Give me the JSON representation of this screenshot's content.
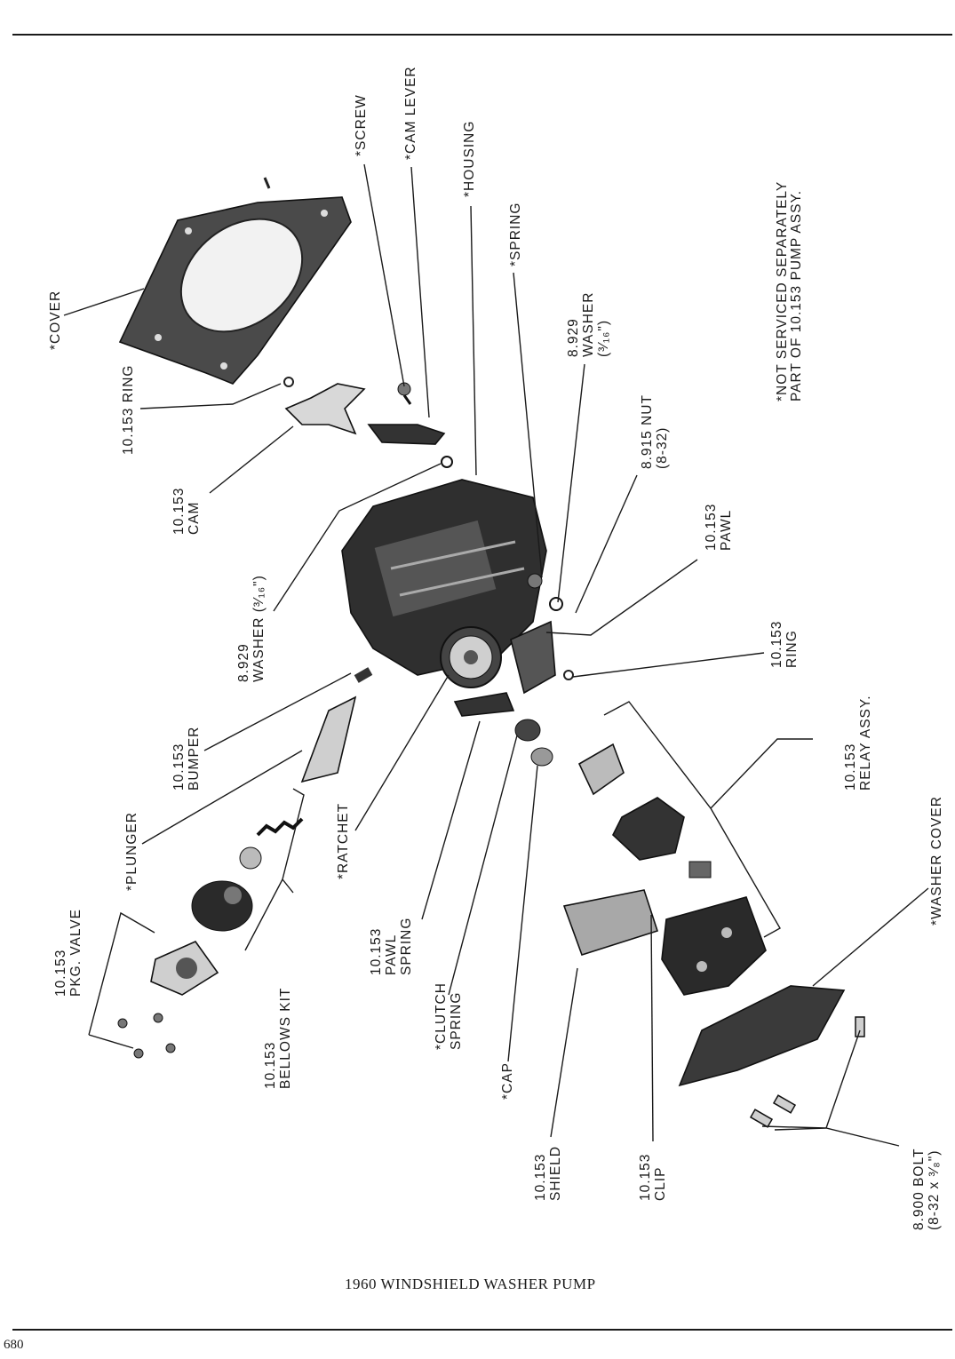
{
  "title": "1960 WINDSHIELD WASHER PUMP",
  "page_number": "680",
  "note": "*NOT SERVICED SEPARATELY\nPART OF 10.153 PUMP ASSY.",
  "labels": {
    "screw": "*SCREW",
    "cam_lever": "*CAM LEVER",
    "housing": "*HOUSING",
    "spring": "*SPRING",
    "washer_316": "8.929\nWASHER\n(³⁄₁₆\")",
    "nut": "8.915 NUT\n(8-32)",
    "pawl": "10.153\nPAWL",
    "ring_right": "10.153\nRING",
    "relay_assy": "10.153\nRELAY ASSY.",
    "washer_cover": "*WASHER COVER",
    "cover": "*COVER",
    "ring_left": "10.153 RING",
    "cam": "10.153\nCAM",
    "washer_left": "8.929\nWASHER (³⁄₁₆\")",
    "bumper": "10.153\nBUMPER",
    "plunger": "*PLUNGER",
    "ratchet": "*RATCHET",
    "pkg_valve": "10.153\nPKG. VALVE",
    "bellows_kit": "10.153\nBELLOWS KIT",
    "pawl_spring": "10.153\nPAWL\nSPRING",
    "clutch_spring": "*CLUTCH\nSPRING",
    "cap": "*CAP",
    "shield": "10.153\nSHIELD",
    "clip": "10.153\nCLIP",
    "bolt": "8.900 BOLT\n(8-32 x ³⁄₈\")"
  }
}
